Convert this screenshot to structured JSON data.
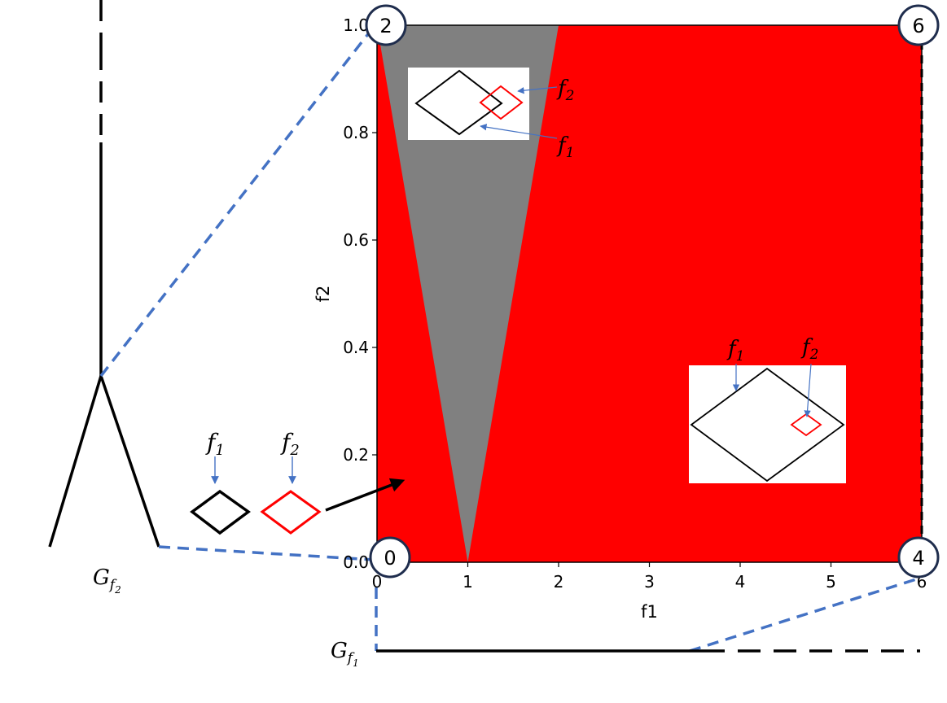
{
  "colors": {
    "red": "#ff0000",
    "gray": "#808080",
    "blue_dash": "#4472c4",
    "annotation_arrow": "#4472c4"
  },
  "chart_data": {
    "type": "area",
    "xlabel": "f1",
    "ylabel": "f2",
    "xlim": [
      0,
      6
    ],
    "ylim": [
      0,
      1
    ],
    "xticks": [
      "0",
      "1",
      "2",
      "3",
      "4",
      "5",
      "6"
    ],
    "yticks": [
      "0.0",
      "0.2",
      "0.4",
      "0.6",
      "0.8",
      "1.0"
    ],
    "regions": [
      {
        "color": "#ff0000",
        "polygon": [
          [
            0,
            0
          ],
          [
            6,
            0
          ],
          [
            6,
            1
          ],
          [
            0,
            1
          ]
        ]
      },
      {
        "color": "#808080",
        "polygon": [
          [
            1,
            0
          ],
          [
            2,
            1
          ],
          [
            0,
            1
          ]
        ]
      }
    ]
  },
  "corners": {
    "top_left": "2",
    "top_right": "6",
    "bottom_left": "0",
    "bottom_right": "4"
  },
  "labels": {
    "f1_base": "f",
    "f1_sub": "1",
    "f2_base": "f",
    "f2_sub": "2",
    "g_base": "G",
    "g_sub_base": "f",
    "gf2_subsub": "2",
    "gf1_subsub": "1"
  }
}
